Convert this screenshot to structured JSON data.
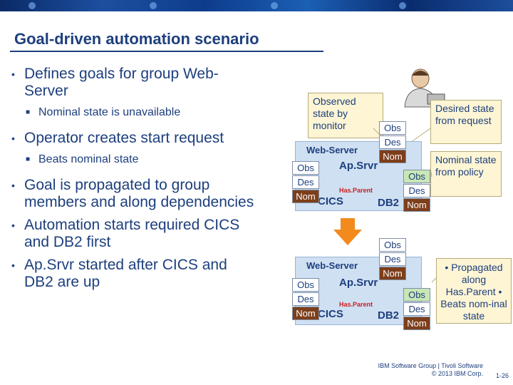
{
  "slide": {
    "title": "Goal-driven automation scenario",
    "bullets": [
      {
        "text": "Defines goals for group Web-Server",
        "sub": "Nominal state is unavailable"
      },
      {
        "text": "Operator creates start request",
        "sub": "Beats nominal state"
      },
      {
        "text": "Goal is propagated to group members and along dependencies",
        "sub": null
      },
      {
        "text": "Automation starts required CICS and DB2 first",
        "sub": null
      },
      {
        "text": "Ap.Srvr started after CICS and DB2 are up",
        "sub": null
      }
    ]
  },
  "callouts": {
    "observed": "Observed state by monitor",
    "desired": "Desired state from request",
    "nominal": "Nominal state from policy",
    "propagated": "• Propagated along Has.Parent • Beats nom-inal state"
  },
  "diagram": {
    "group_label": "Web-Server",
    "node_apsrvr": "Ap.Srvr",
    "node_cics": "CICS",
    "node_db2": "DB2",
    "relation": "Has.Parent",
    "tag_obs": "Obs",
    "tag_des": "Des",
    "tag_nom": "Nom"
  },
  "footer": {
    "line1": "IBM Software Group | Tivoli Software",
    "line2": "© 2013 IBM Corp.",
    "page": "1-26"
  },
  "colors": {
    "primary": "#1d3f7d",
    "callout_bg": "#fdf5d4",
    "group_bg": "#cfe0f3",
    "arrow": "#f28a1e",
    "accent_red": "#cc1d1d"
  }
}
